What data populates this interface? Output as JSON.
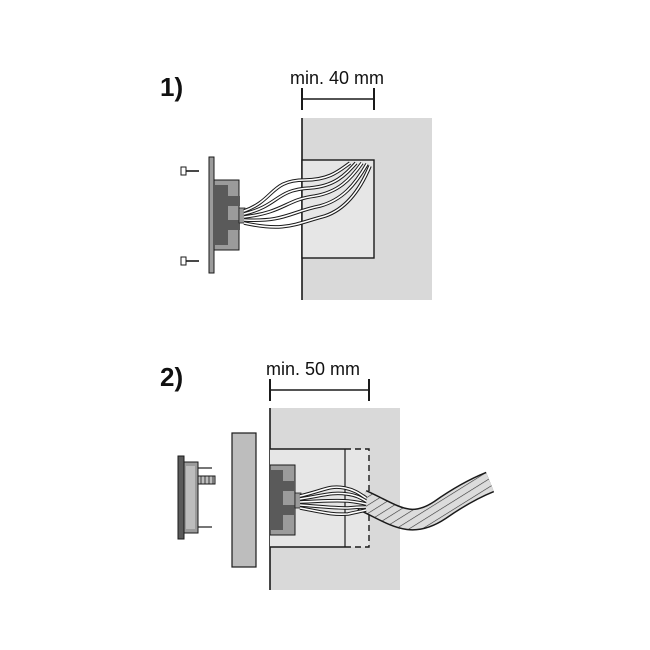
{
  "colors": {
    "wall": "#d9d9d9",
    "line": "#1a1a1a",
    "device": "#9b9b9b",
    "device_dark": "#5a5a5a",
    "plate": "#bdbdbd",
    "box": "#e6e6e6",
    "wire": "#ffffff",
    "conduit": "#dcdcdc"
  },
  "steps": [
    {
      "label": "1)",
      "dimension": "min. 40 mm"
    },
    {
      "label": "2)",
      "dimension": "min. 50 mm"
    }
  ]
}
